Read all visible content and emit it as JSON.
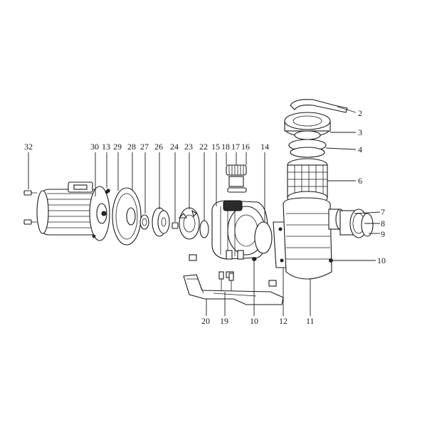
{
  "diagram": {
    "labels": [
      "32",
      "30",
      "13",
      "29",
      "28",
      "27",
      "26",
      "24",
      "23",
      "22",
      "15",
      "18",
      "17",
      "16",
      "14",
      "2",
      "3",
      "4",
      "6",
      "7",
      "8",
      "9",
      "10",
      "10",
      "11",
      "12",
      "19",
      "20"
    ]
  }
}
